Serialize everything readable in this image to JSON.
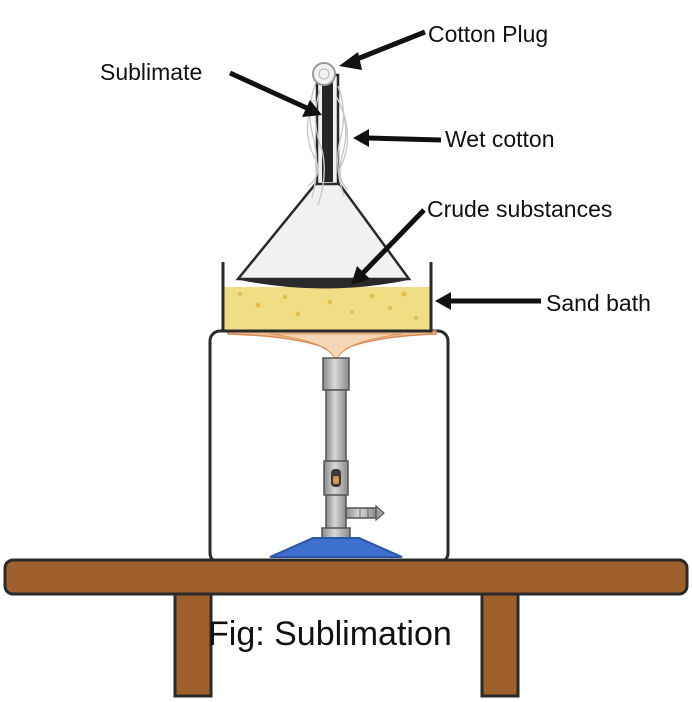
{
  "labels": {
    "cotton_plug": "Cotton Plug",
    "sublimate": "Sublimate",
    "wet_cotton": "Wet cotton",
    "crude_substances": "Crude substances",
    "sand_bath": "Sand bath"
  },
  "caption": "Fig: Sublimation",
  "colors": {
    "table_wood": "#a0602c",
    "sand": "#f0de85",
    "burner_base": "#3d6fce",
    "burner_metal": "#b4b4b4",
    "funnel_glass": "#f1f1f1",
    "flame": "#f2c9a0",
    "outline": "#2a2a2a"
  },
  "icons": [
    "funnel",
    "sand-bath",
    "bunsen-burner",
    "tripod-stand",
    "table",
    "cotton-plug",
    "wet-cotton"
  ]
}
